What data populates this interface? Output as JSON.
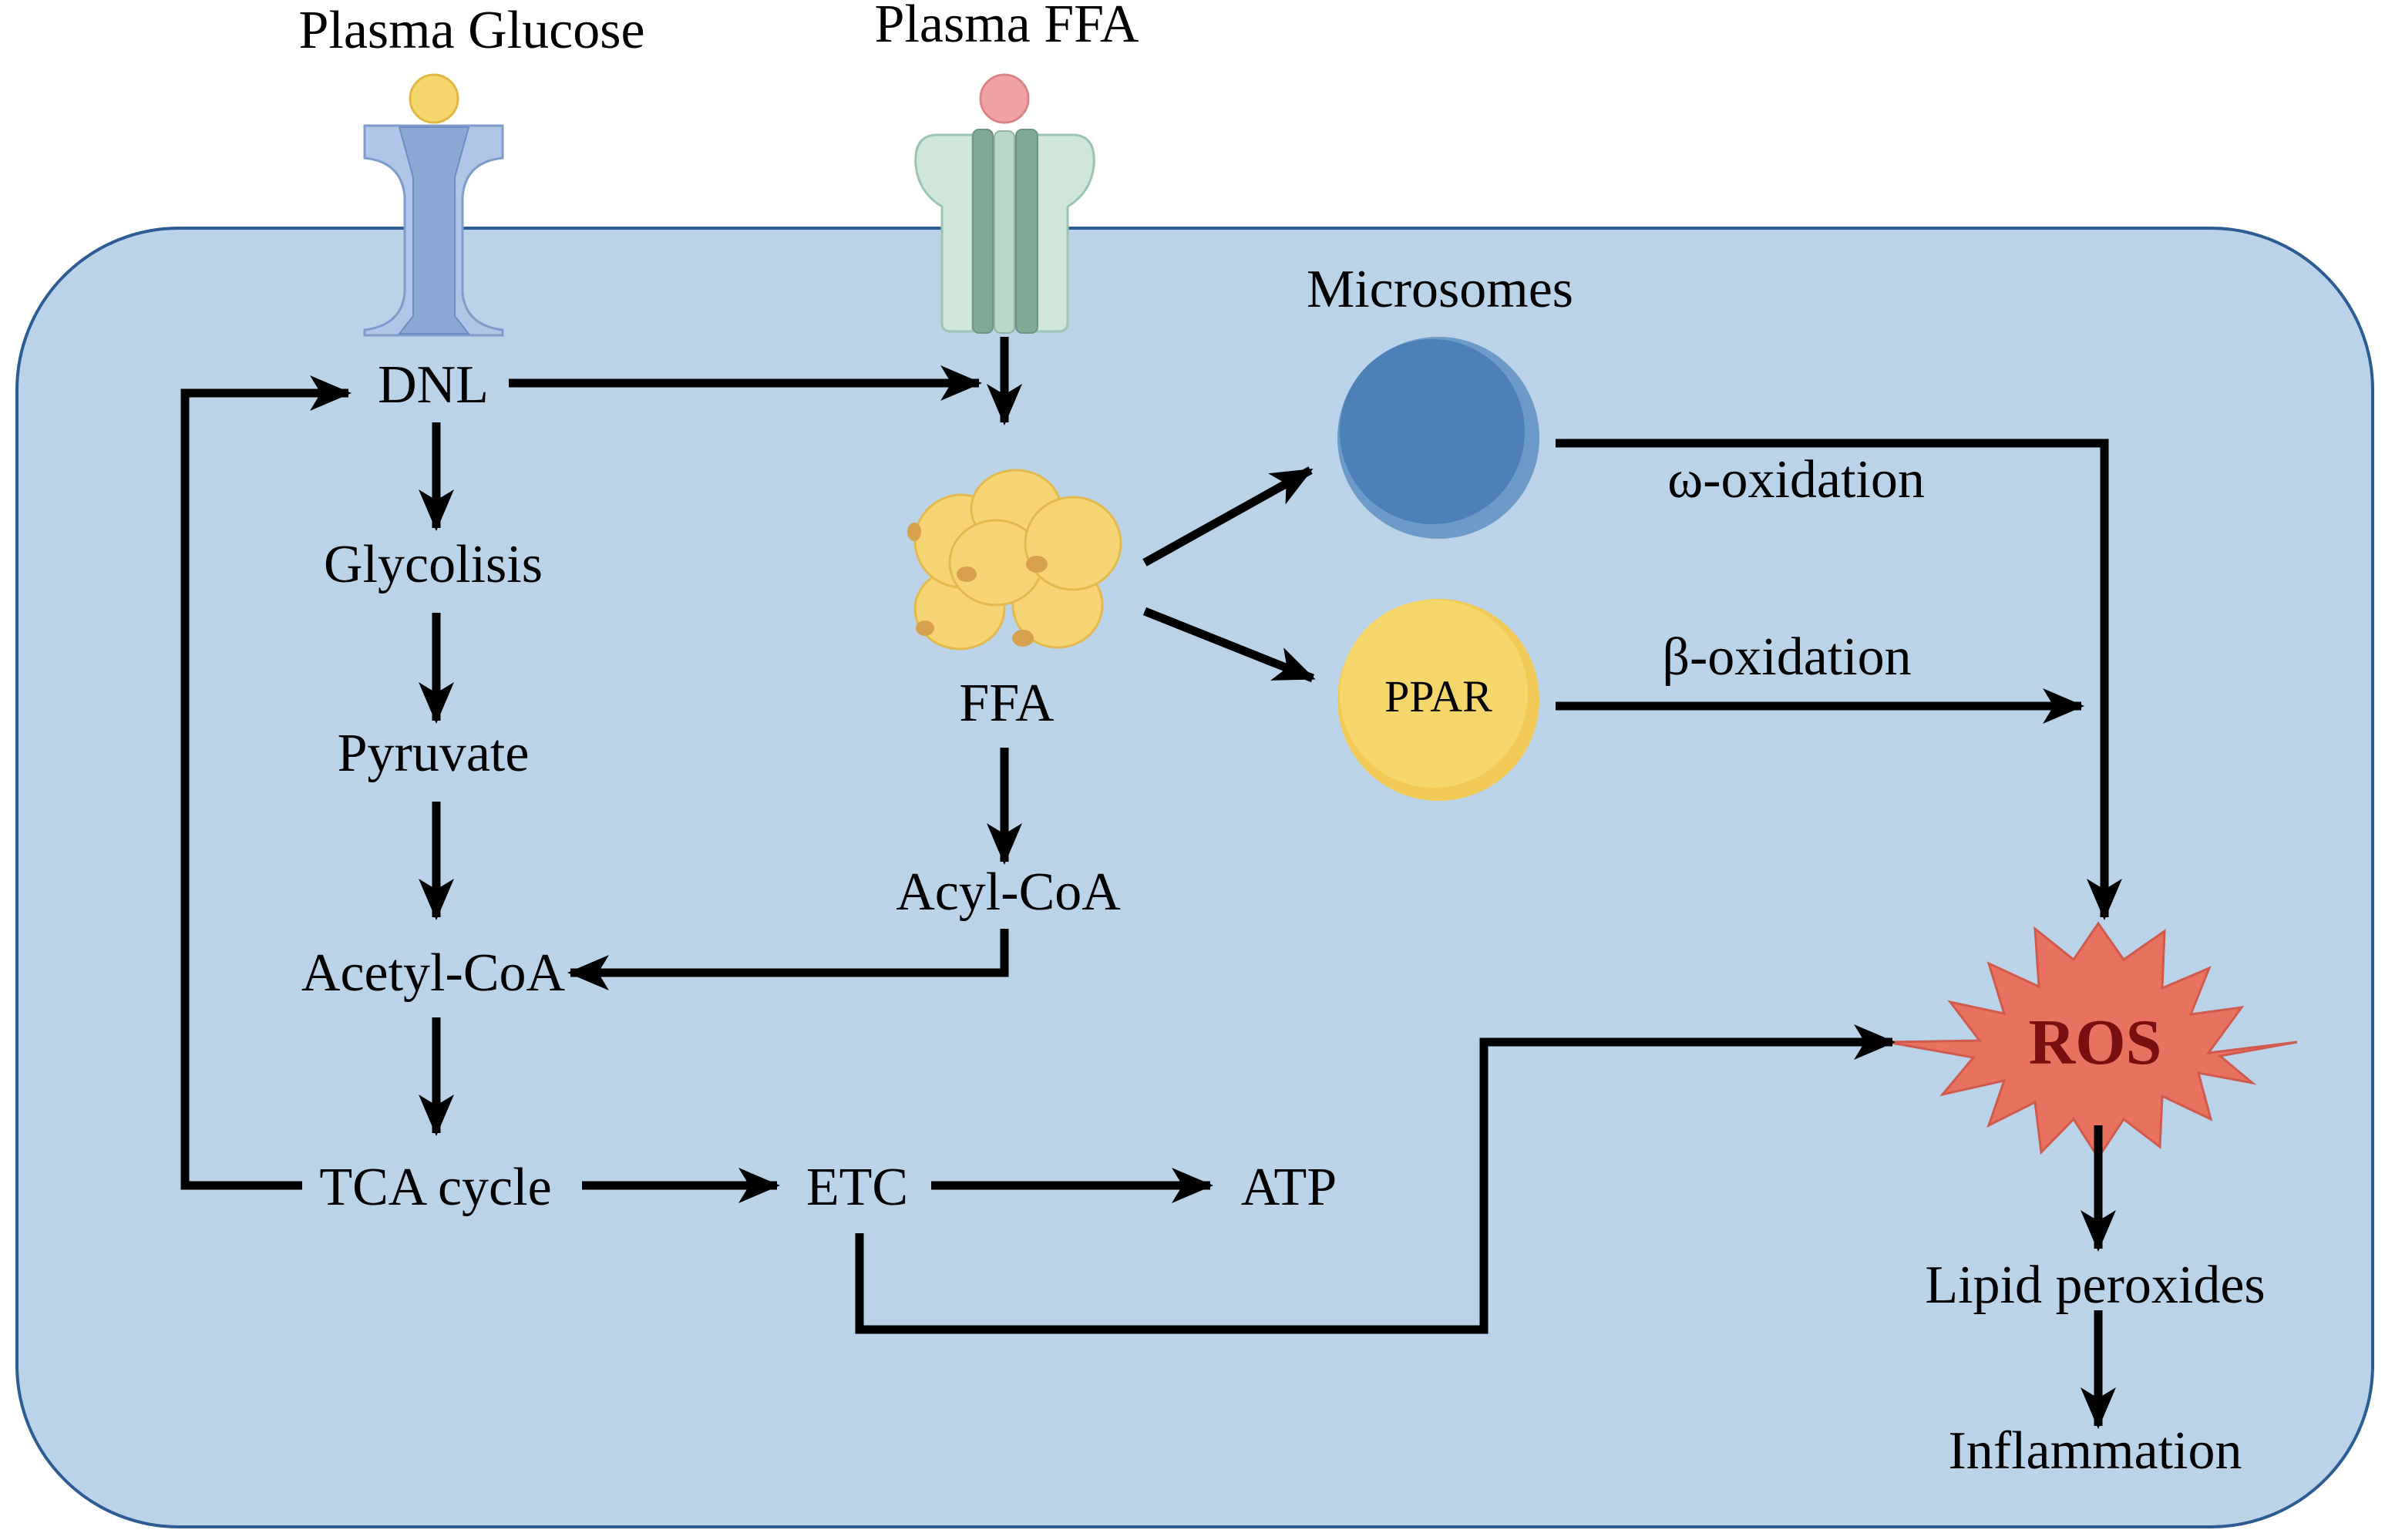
{
  "labels": {
    "plasma_glucose": "Plasma Glucose",
    "plasma_ffa": "Plasma FFA",
    "microsomes": "Microsomes",
    "dnl": "DNL",
    "glycolisis": "Glycolisis",
    "pyruvate": "Pyruvate",
    "acetyl_coa": "Acetyl-CoA",
    "tca_cycle": "TCA cycle",
    "etc": "ETC",
    "atp": "ATP",
    "ffa": "FFA",
    "acyl_coa": "Acyl-CoA",
    "omega_oxidation": "ω-oxidation",
    "beta_oxidation": "β-oxidation",
    "ppar": "PPAR",
    "ros": "ROS",
    "lipid_peroxides": "Lipid peroxides",
    "inflammation": "Inflammation"
  },
  "colors": {
    "cell_fill": "#BAD3E9",
    "cell_border": "#2B5C93",
    "glucose_transporter": "#93AFD8",
    "glucose_molecule": "#F6D56C",
    "ffa_transporter": "#A9CDBE",
    "ffa_molecule": "#F0A2A4",
    "microsome": "#4C80B6",
    "ppar": "#F5D66A",
    "lipid_droplet": "#F6D474",
    "ros_burst": "#E8715F",
    "ros_text": "#7A0F0F"
  }
}
